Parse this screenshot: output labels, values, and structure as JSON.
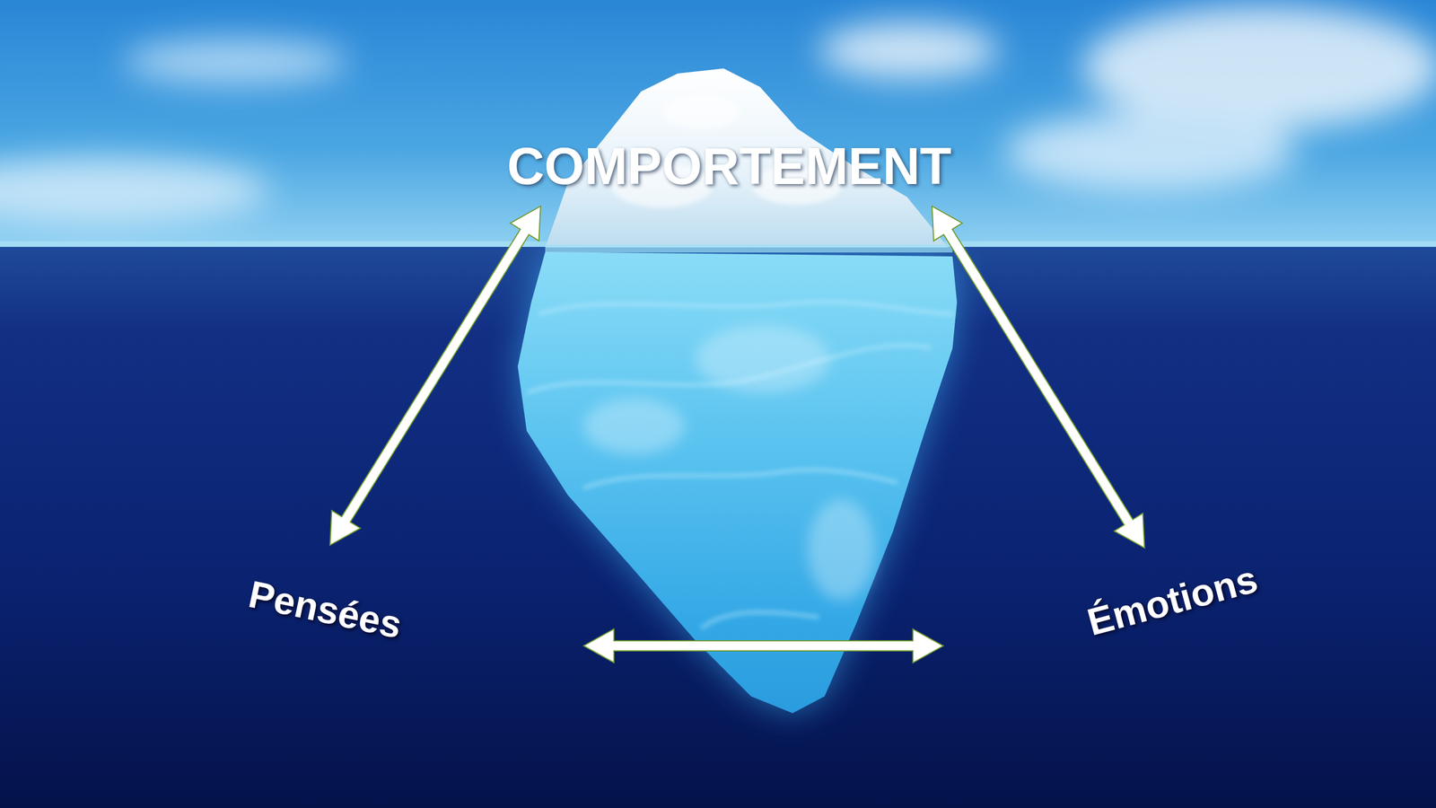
{
  "diagram": {
    "nodes": [
      {
        "text": [
          "COMPORTEMENT"
        ]
      },
      {
        "text": [
          "Pensées"
        ]
      },
      {
        "text": [
          "Émotions"
        ]
      }
    ],
    "edges": [
      {
        "from": 0,
        "to": 1,
        "arrow": "both"
      },
      {
        "from": 0,
        "to": 2,
        "arrow": "both"
      },
      {
        "from": 1,
        "to": 2,
        "arrow": "both"
      }
    ]
  }
}
